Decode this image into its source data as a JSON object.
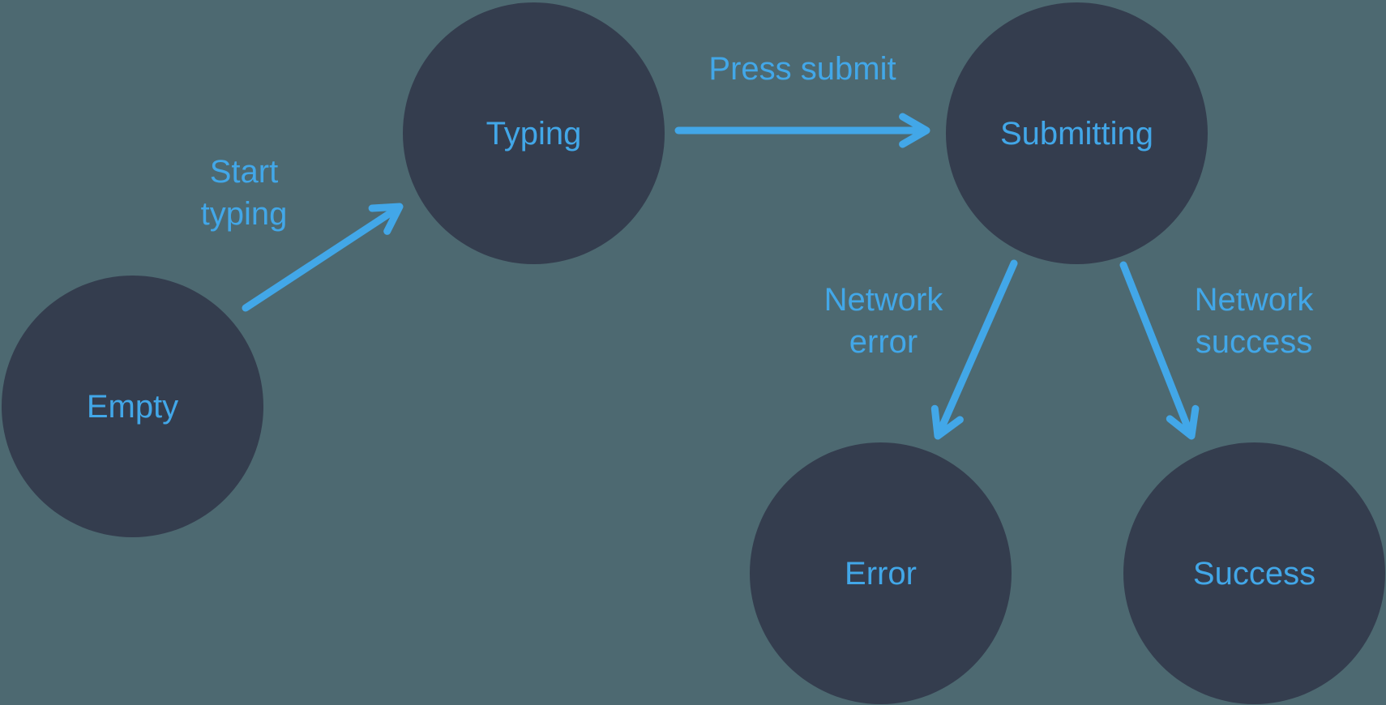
{
  "diagram": {
    "type": "state-machine",
    "colors": {
      "background": "#4d6971",
      "node_fill": "#343d4e",
      "accent": "#42a7e8"
    },
    "states": [
      {
        "id": "empty",
        "label": "Empty"
      },
      {
        "id": "typing",
        "label": "Typing"
      },
      {
        "id": "submitting",
        "label": "Submitting"
      },
      {
        "id": "error",
        "label": "Error"
      },
      {
        "id": "success",
        "label": "Success"
      }
    ],
    "transitions": [
      {
        "id": "start-typing",
        "from": "empty",
        "to": "typing",
        "label": "Start typing"
      },
      {
        "id": "press-submit",
        "from": "typing",
        "to": "submitting",
        "label": "Press submit"
      },
      {
        "id": "network-error",
        "from": "submitting",
        "to": "error",
        "label": "Network error"
      },
      {
        "id": "network-success",
        "from": "submitting",
        "to": "success",
        "label": "Network success"
      }
    ]
  }
}
